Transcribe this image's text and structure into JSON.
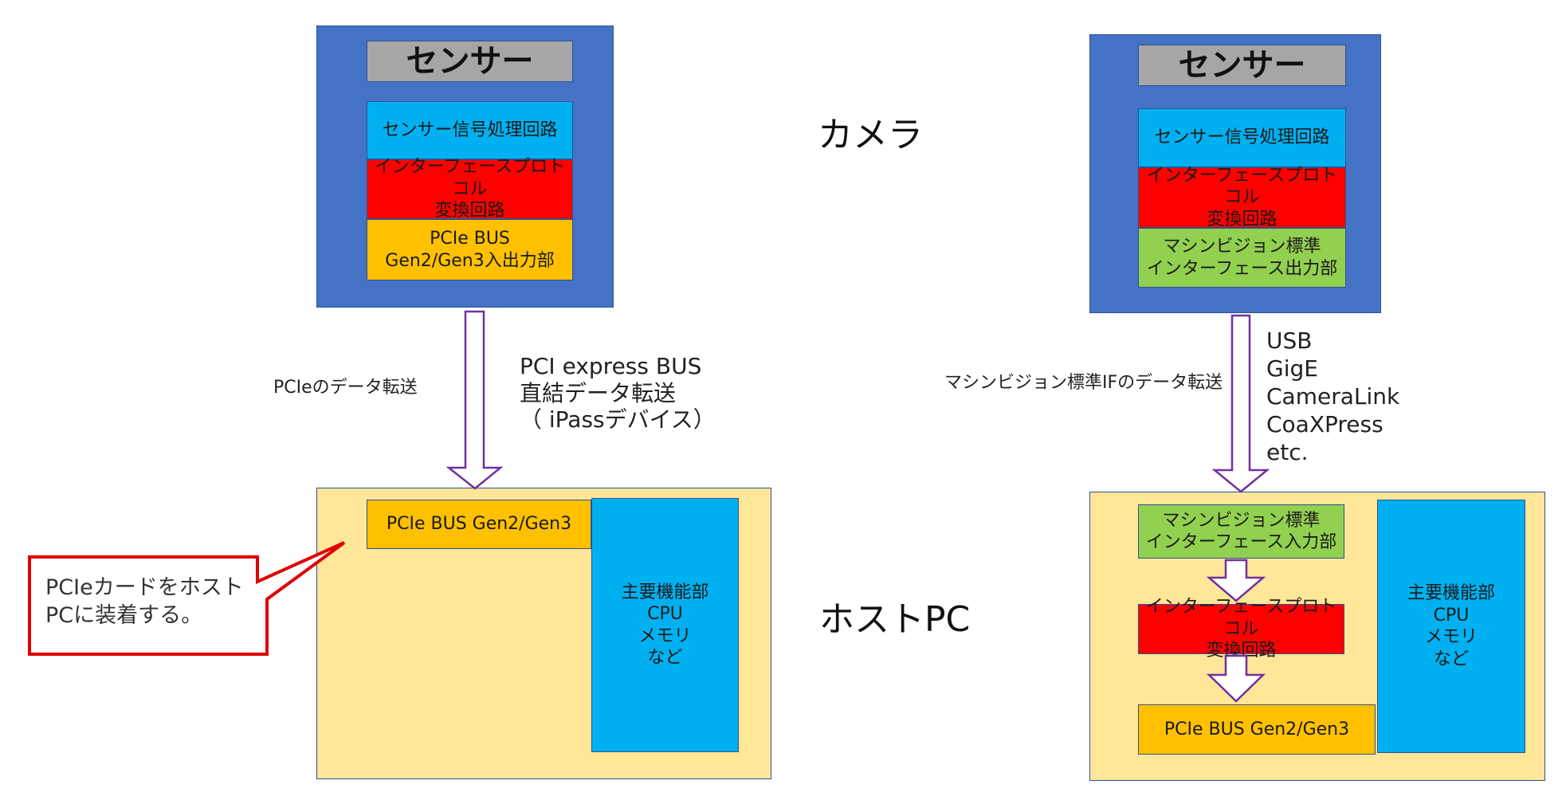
{
  "left": {
    "camera": {
      "sensor": "センサー",
      "signal": "センサー信号処理回路",
      "protocol": "インターフェースプロトコル\n変換回路",
      "output": "PCIe BUS\nGen2/Gen3入出力部"
    },
    "transfer_label": "PCIeのデータ転送",
    "transfer_note": "PCI express BUS\n直結データ転送\n（ iPassデバイス）",
    "host": {
      "bus": "PCIe BUS  Gen2/Gen3",
      "main": "主要機能部\nCPU\nメモリ\nなど"
    },
    "callout": "PCIeカードをホスト\nPCに装着する。"
  },
  "center": {
    "camera_label": "カメラ",
    "host_label": "ホストPC"
  },
  "right": {
    "camera": {
      "sensor": "センサー",
      "signal": "センサー信号処理回路",
      "protocol": "インターフェースプロトコル\n変換回路",
      "output": "マシンビジョン標準\nインターフェース出力部"
    },
    "transfer_label": "マシンビジョン標準IFのデータ転送",
    "interfaces": "USB\nGigE\nCameraLink\nCoaXPress\netc.",
    "host": {
      "input": "マシンビジョン標準\nインターフェース入力部",
      "protocol": "インターフェースプロトコル\n変換回路",
      "bus": "PCIe BUS  Gen2/Gen3",
      "main": "主要機能部\nCPU\nメモリ\nなど"
    }
  }
}
